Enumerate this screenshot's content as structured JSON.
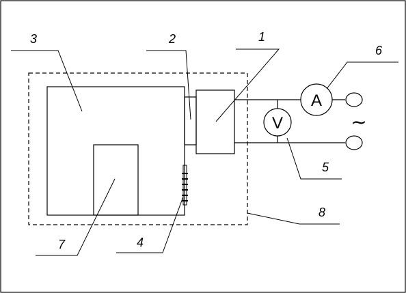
{
  "diagram": {
    "labels": {
      "one": "1",
      "two": "2",
      "three": "3",
      "four": "4",
      "five": "5",
      "six": "6",
      "seven": "7",
      "eight": "8"
    },
    "meters": {
      "ammeter": "A",
      "voltmeter": "V"
    },
    "ac_symbol": "~",
    "colors": {
      "line": "#000000",
      "background": "#ffffff"
    }
  }
}
